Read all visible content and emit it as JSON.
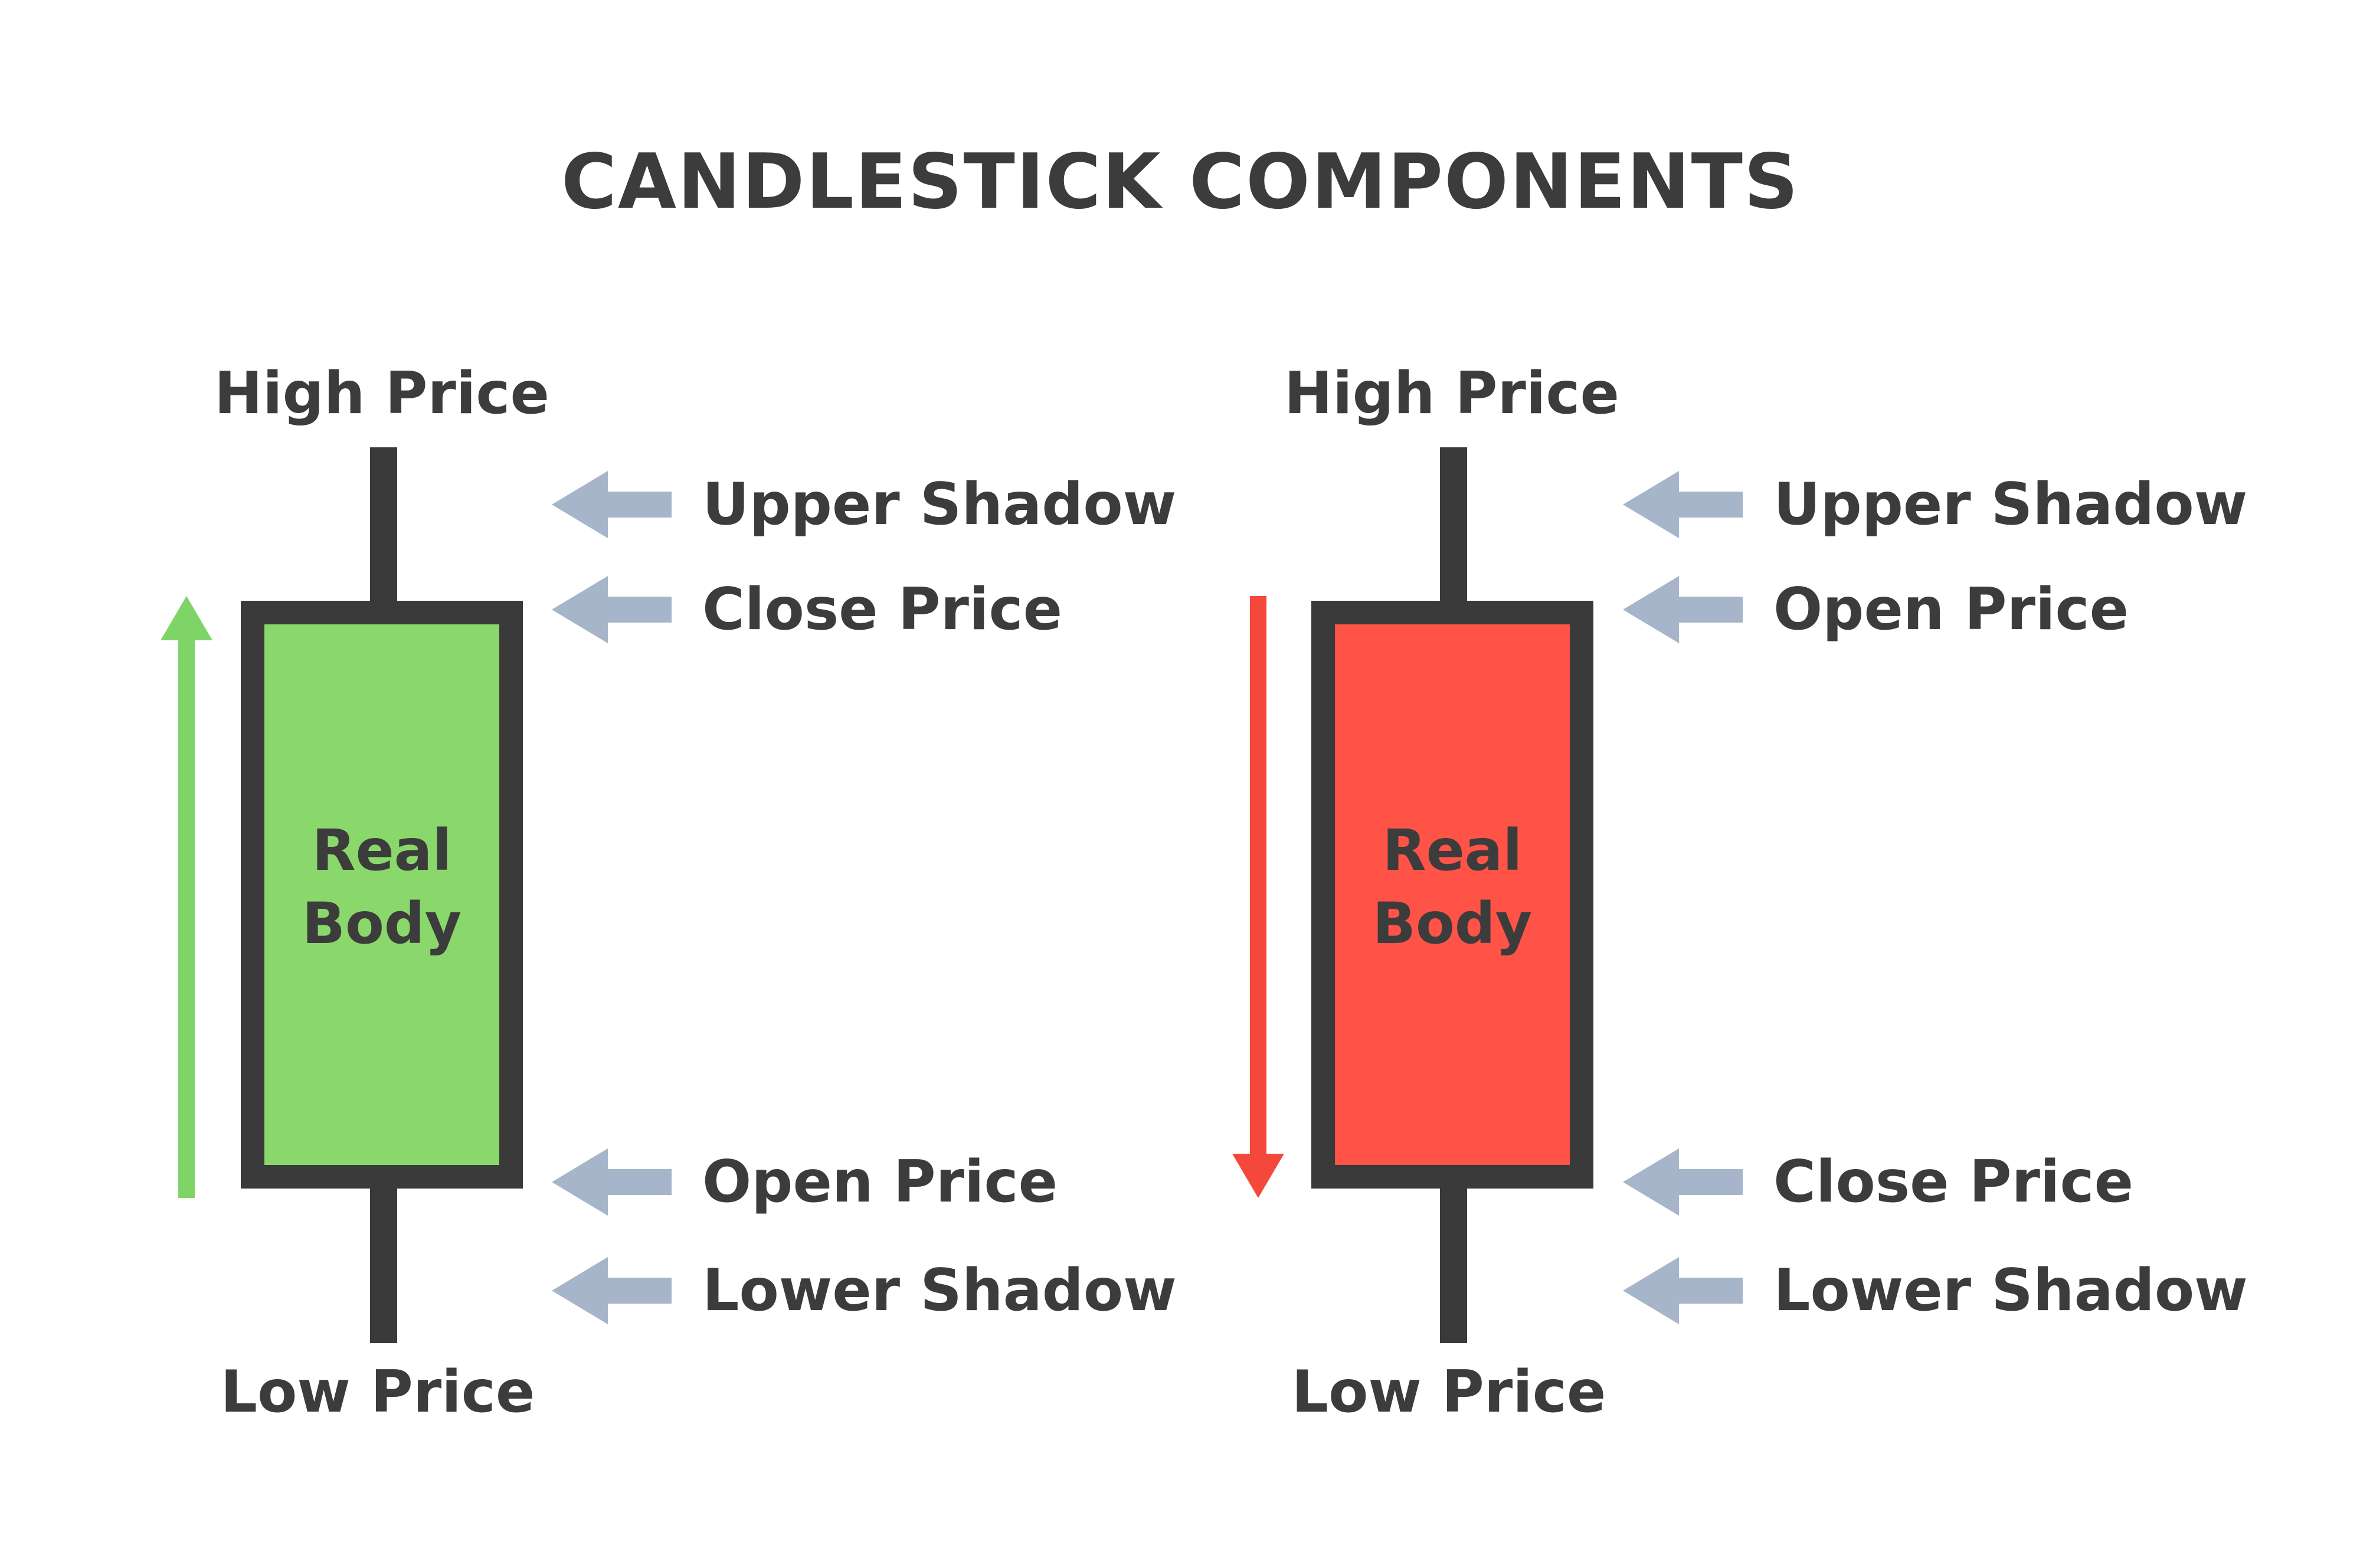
{
  "title": "CANDLESTICK COMPONENTS",
  "colors": {
    "text": "#3c3c3c",
    "outline": "#3a3a3a",
    "bullish_fill": "#8ad86b",
    "bearish_fill": "#ff5347",
    "bullish_arrow": "#7fd468",
    "bearish_arrow": "#f5483d",
    "pointer_arrow": "#a7b5ca",
    "background": "#ffffff"
  },
  "bullish": {
    "high_label": "High Price",
    "low_label": "Low Price",
    "body_line1": "Real",
    "body_line2": "Body",
    "direction": "up",
    "annotations": [
      "Upper Shadow",
      "Close Price",
      "Open Price",
      "Lower Shadow"
    ]
  },
  "bearish": {
    "high_label": "High Price",
    "low_label": "Low Price",
    "body_line1": "Real",
    "body_line2": "Body",
    "direction": "down",
    "annotations": [
      "Upper Shadow",
      "Open Price",
      "Close Price",
      "Lower Shadow"
    ]
  }
}
